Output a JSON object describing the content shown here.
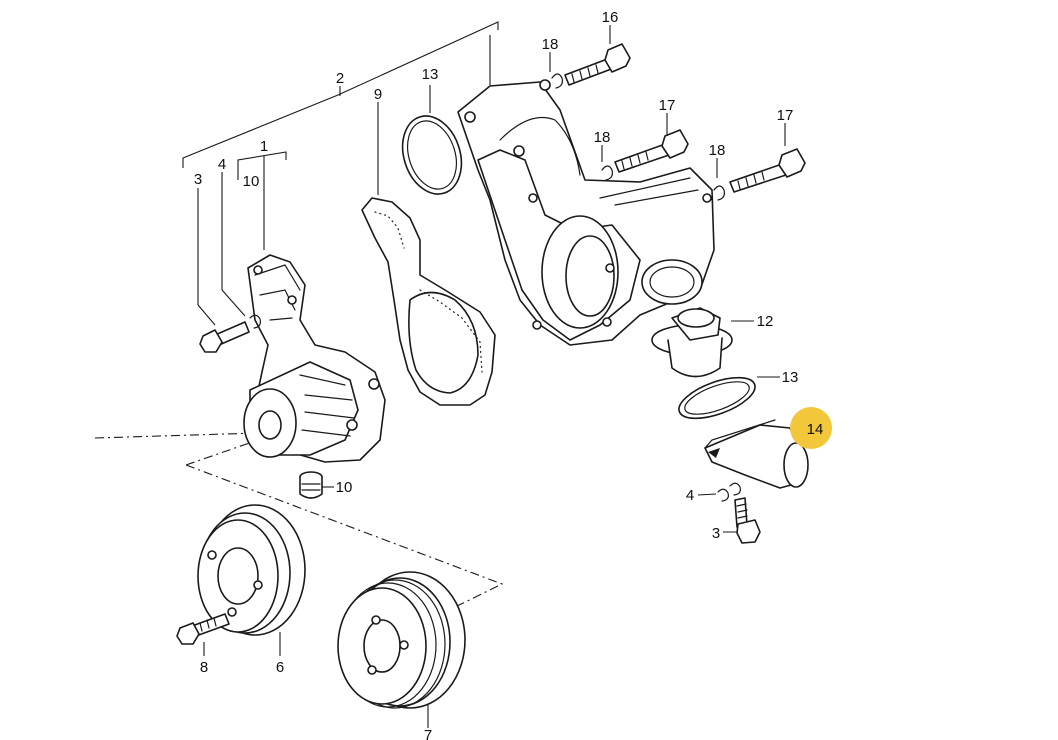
{
  "labels": {
    "l16": "16",
    "l18a": "18",
    "l13a": "13",
    "l2": "2",
    "l9": "9",
    "l17a": "17",
    "l17b": "17",
    "l18b": "18",
    "l18c": "18",
    "l1": "1",
    "l3a": "3",
    "l4a": "4",
    "l10a": "10",
    "l12": "12",
    "l13b": "13",
    "l14": "14",
    "l10b": "10",
    "l4b": "4",
    "l3b": "3",
    "l8": "8",
    "l6": "6",
    "l7": "7"
  },
  "highlight": {
    "part": "14",
    "color": "#f2c73a"
  }
}
